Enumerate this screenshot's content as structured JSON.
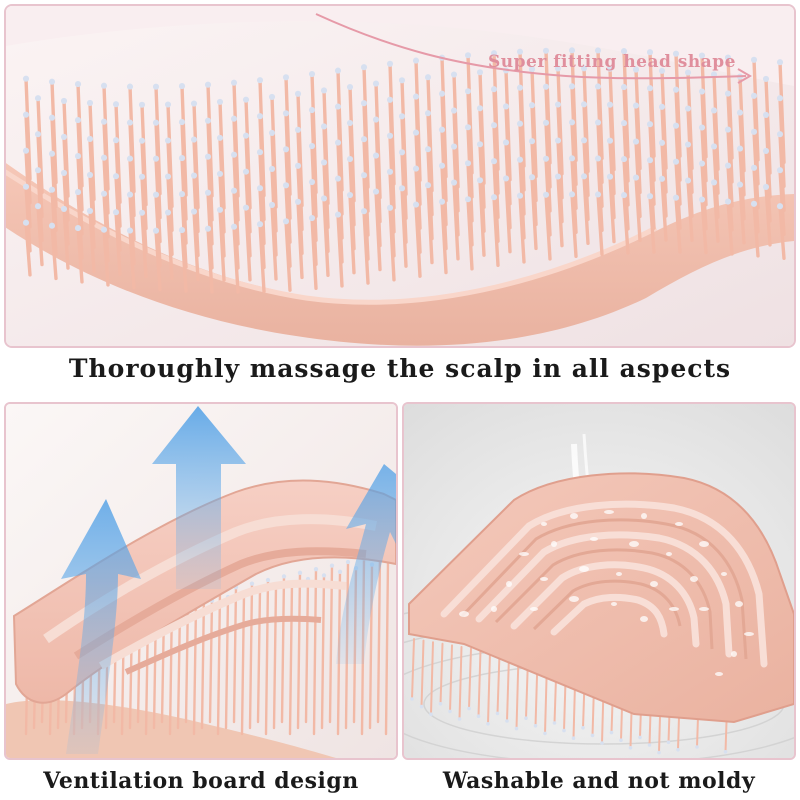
{
  "top_panel": {
    "annotation": "Super fitting head shape",
    "caption": "Thoroughly massage the scalp in all aspects"
  },
  "left_panel": {
    "caption": "Ventilation board design"
  },
  "right_panel": {
    "caption": "Washable and not moldy"
  },
  "colors": {
    "brush_pink": "#f2b9a6",
    "bristle_tip": "#d7e0f0",
    "arrow_blue": "#6fb4ec",
    "caption_text": "#1a1a1a",
    "annotation_text": "#e08f9d"
  }
}
